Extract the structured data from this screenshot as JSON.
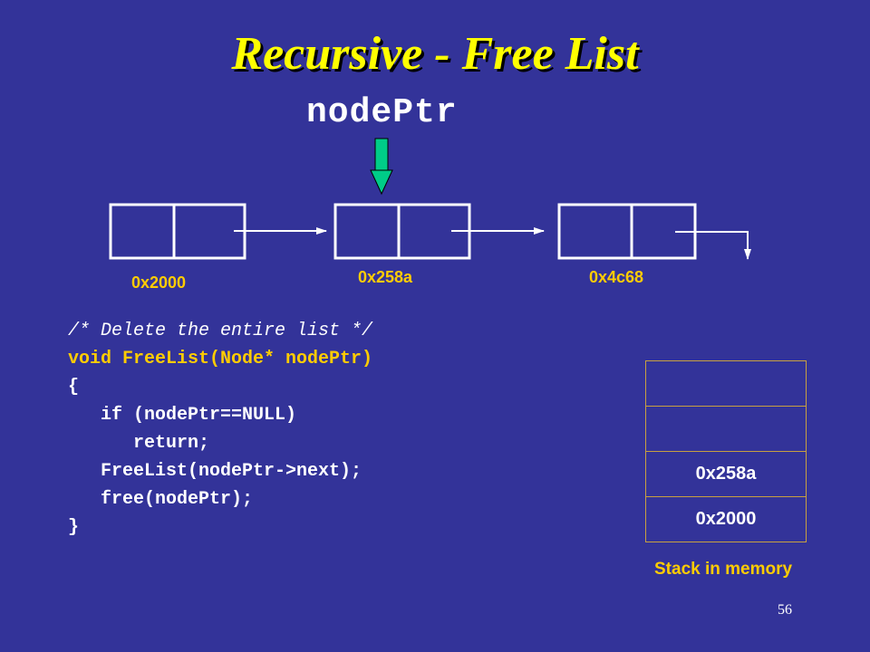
{
  "title": "Recursive - Free List",
  "pointer_label": "nodePtr",
  "nodes": [
    {
      "address": "0x2000"
    },
    {
      "address": "0x258a"
    },
    {
      "address": "0x4c68"
    }
  ],
  "code_lines": [
    "/* Delete the entire list */",
    "void FreeList(Node* nodePtr)",
    "{",
    "   if (nodePtr==NULL)",
    "      return;",
    "   FreeList(nodePtr->next);",
    "   free(nodePtr);",
    "}"
  ],
  "stack": {
    "cells": [
      "",
      "",
      "0x258a",
      "0x2000"
    ],
    "caption": "Stack in memory"
  },
  "slide_number": "56",
  "colors": {
    "background": "#333399",
    "title": "#ffff00",
    "address": "#ffcc00",
    "pointer_arrow": "#00cc88"
  }
}
